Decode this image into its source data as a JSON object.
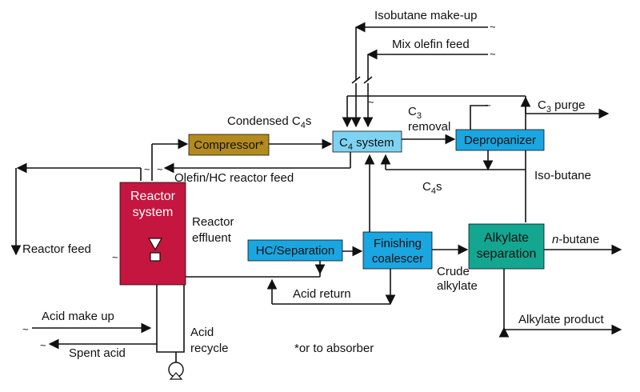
{
  "colors": {
    "compressor": "#b38a1e",
    "c4_system": "#7fd3f2",
    "depropanizer": "#1aa6e0",
    "reactor": "#c4163f",
    "hc_separation": "#1aa6e0",
    "finishing_coalescer": "#1aa6e0",
    "alkylate_separation": "#13a690",
    "line": "#111111"
  },
  "units": {
    "compressor": "Compressor*",
    "c4_system_main": "C",
    "c4_system_sub": "4",
    "c4_system_rest": " system",
    "depropanizer": "Depropanizer",
    "reactor_line1": "Reactor",
    "reactor_line2": "system",
    "hc_separation": "HC/Separation",
    "finishing_line1": "Finishing",
    "finishing_line2": "coalescer",
    "alkylate_line1": "Alkylate",
    "alkylate_line2": "separation"
  },
  "streams": {
    "isobutane_makeup": "Isobutane make-up",
    "mix_olefin_feed": "Mix olefin feed",
    "condensed_main": "Condensed C",
    "condensed_sub": "4",
    "condensed_rest": "s",
    "c3_removal_main": "C",
    "c3_removal_sub": "3",
    "c3_removal_line2": "removal",
    "c3_purge_main": "C",
    "c3_purge_sub": "3",
    "c3_purge_rest": " purge",
    "olefin_hc_feed": "Olefin/HC reactor feed",
    "iso_butane": "Iso-butane",
    "c4s_main": "C",
    "c4s_sub": "4",
    "c4s_rest": "s",
    "reactor_effluent_line1": "Reactor",
    "reactor_effluent_line2": "effluent",
    "reactor_feed": "Reactor feed",
    "n_butane_italic": "n",
    "n_butane_rest": "-butane",
    "crude_line1": "Crude",
    "crude_line2": "alkylate",
    "acid_return": "Acid return",
    "acid_makeup": "Acid make up",
    "spent_acid": "Spent acid",
    "acid_recycle_line1": "Acid",
    "acid_recycle_line2": "recycle",
    "alkylate_product": "Alkylate product"
  },
  "footnote": "*or to absorber"
}
